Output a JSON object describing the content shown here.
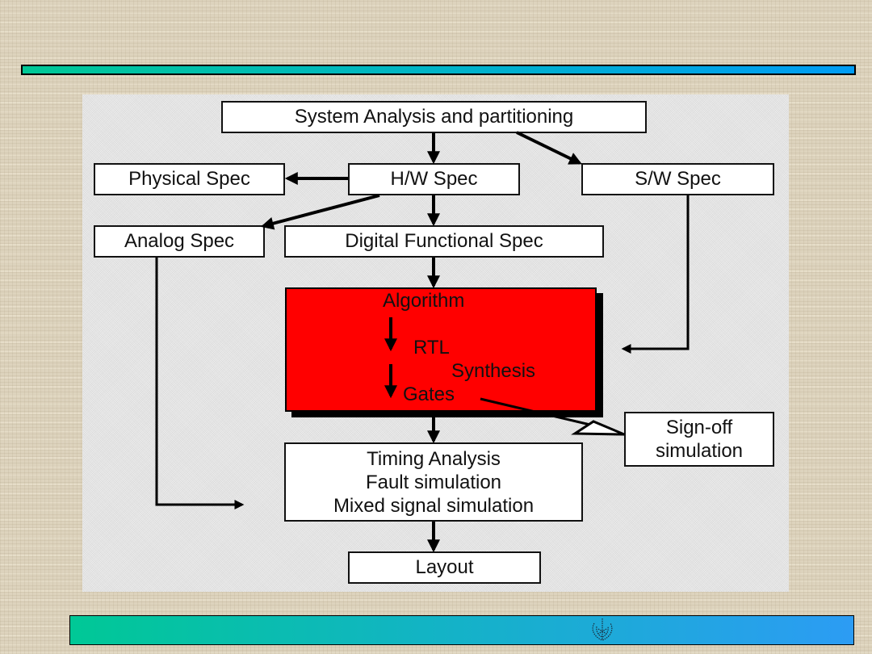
{
  "slide": {
    "decorations": {
      "top_bar": "gradient-divider",
      "bottom_bar": "gradient-footer",
      "footer_logo": "crest-icon"
    },
    "colors": {
      "background": "#ddd3bd",
      "panel": "#e4e4e4",
      "highlight_block": "#ff0000",
      "bar_start": "#00c896",
      "bar_end": "#2c9cf4"
    }
  },
  "diagram": {
    "title": "VLSI design flow",
    "nodes": {
      "system_analysis": "System Analysis and partitioning",
      "physical_spec": "Physical Spec",
      "hw_spec": "H/W Spec",
      "sw_spec": "S/W Spec",
      "analog_spec": "Analog Spec",
      "digital_spec": "Digital Functional  Spec",
      "algorithm": "Algorithm",
      "rtl": "RTL",
      "synthesis": "Synthesis",
      "gates": "Gates",
      "signoff": [
        "Sign-off",
        "simulation"
      ],
      "verification": [
        "Timing Analysis",
        "Fault simulation",
        "Mixed signal simulation"
      ],
      "layout": "Layout"
    },
    "edges": [
      [
        "System Analysis and partitioning",
        "H/W Spec"
      ],
      [
        "System Analysis and partitioning",
        "S/W Spec"
      ],
      [
        "H/W Spec",
        "Physical Spec"
      ],
      [
        "H/W Spec",
        "Analog Spec"
      ],
      [
        "H/W Spec",
        "Digital Functional Spec"
      ],
      [
        "Digital Functional Spec",
        "Algorithm"
      ],
      [
        "Algorithm",
        "RTL"
      ],
      [
        "RTL",
        "Gates"
      ],
      [
        "S/W Spec",
        "Algorithm block"
      ],
      [
        "Gates",
        "Sign-off simulation"
      ],
      [
        "Algorithm block",
        "Timing Analysis"
      ],
      [
        "Analog Spec",
        "Timing Analysis"
      ],
      [
        "Timing Analysis",
        "Layout"
      ]
    ]
  }
}
